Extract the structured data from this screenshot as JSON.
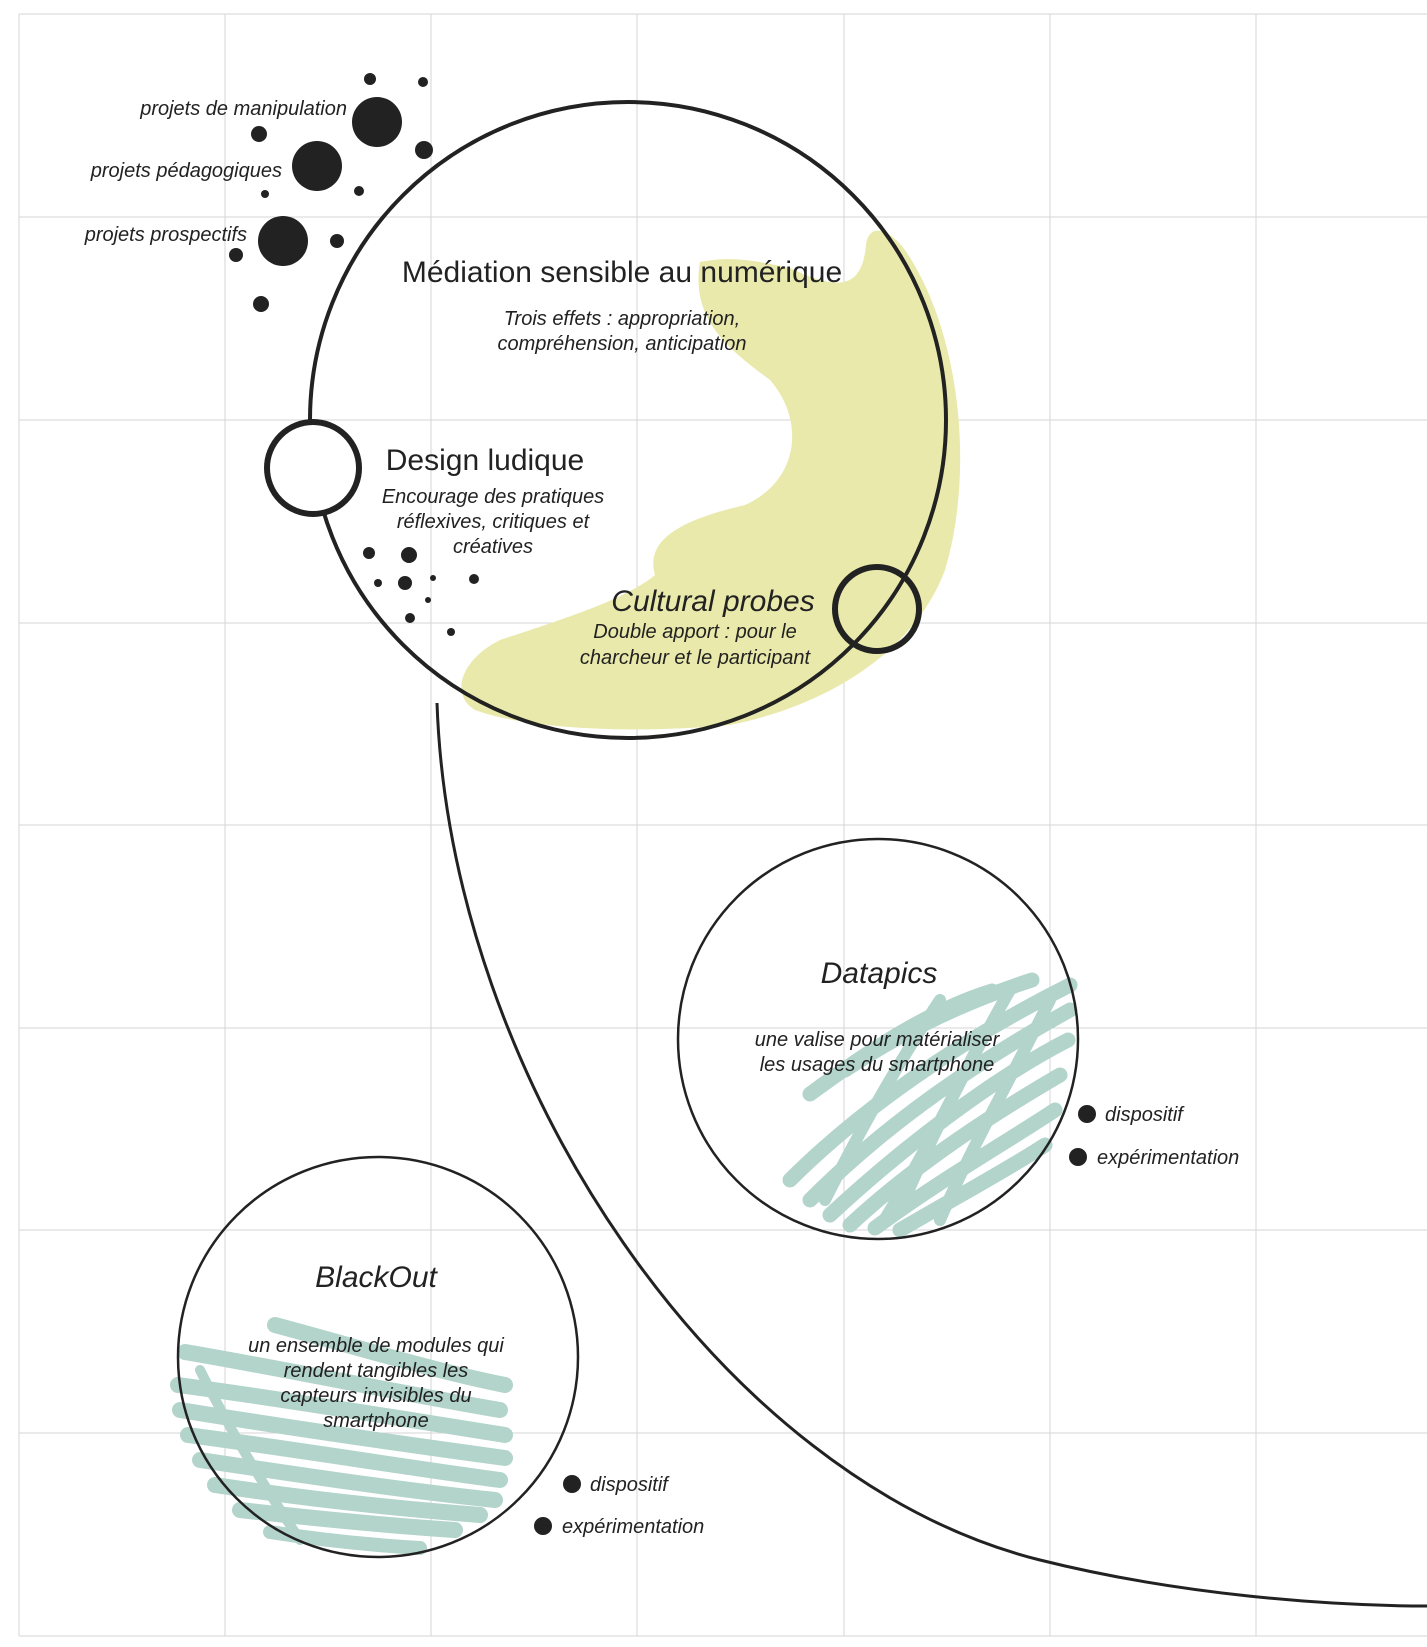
{
  "colors": {
    "ink": "#222222",
    "grid": "#d6d6d6",
    "yellow_blob": "#e9e9ab",
    "green_scribble": "#b2d4ca"
  },
  "labels": {
    "dots": [
      "projets de manipulation",
      "projets pédagogiques",
      "projets prospectifs"
    ]
  },
  "main_circle": {
    "title": "Médiation sensible au numérique",
    "subtitle_lines": [
      "Trois effets : appropriation,",
      "compréhension, anticipation"
    ]
  },
  "design_ludique": {
    "title": "Design ludique",
    "subtitle_lines": [
      "Encourage des pratiques",
      "réflexives, critiques et",
      "créatives"
    ]
  },
  "cultural_probes": {
    "title": "Cultural probes",
    "subtitle_lines": [
      "Double apport : pour le",
      "charcheur et le participant"
    ]
  },
  "datapics": {
    "title": "Datapics",
    "subtitle_lines": [
      "une valise pour matérialiser",
      "les usages du smartphone"
    ],
    "tags": [
      "dispositif",
      "expérimentation"
    ]
  },
  "blackout": {
    "title": "BlackOut",
    "subtitle_lines": [
      "un ensemble de modules qui",
      "rendent tangibles les",
      "capteurs invisibles du",
      "smartphone"
    ],
    "tags": [
      "dispositif",
      "expérimentation"
    ]
  }
}
